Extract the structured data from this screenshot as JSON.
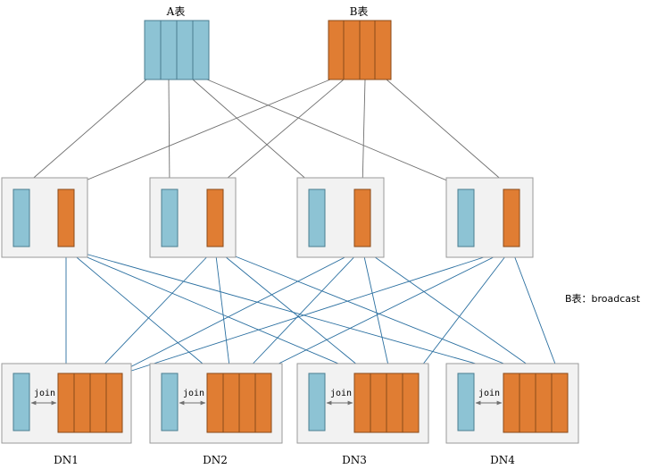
{
  "tables": {
    "a": {
      "title": "A表",
      "color": "#8dc3d4",
      "stroke": "#4a7d90"
    },
    "b": {
      "title": "B表",
      "color": "#e07d33",
      "stroke": "#8a4a1a"
    }
  },
  "note": "B表：broadcast",
  "join_label": "join",
  "data_nodes": [
    "DN1",
    "DN2",
    "DN3",
    "DN4"
  ],
  "colors": {
    "node_fill": "#f2f2f2",
    "node_stroke": "#9a9a9a",
    "gray_arrow": "#707070",
    "blue_arrow": "#2a6fa0"
  }
}
